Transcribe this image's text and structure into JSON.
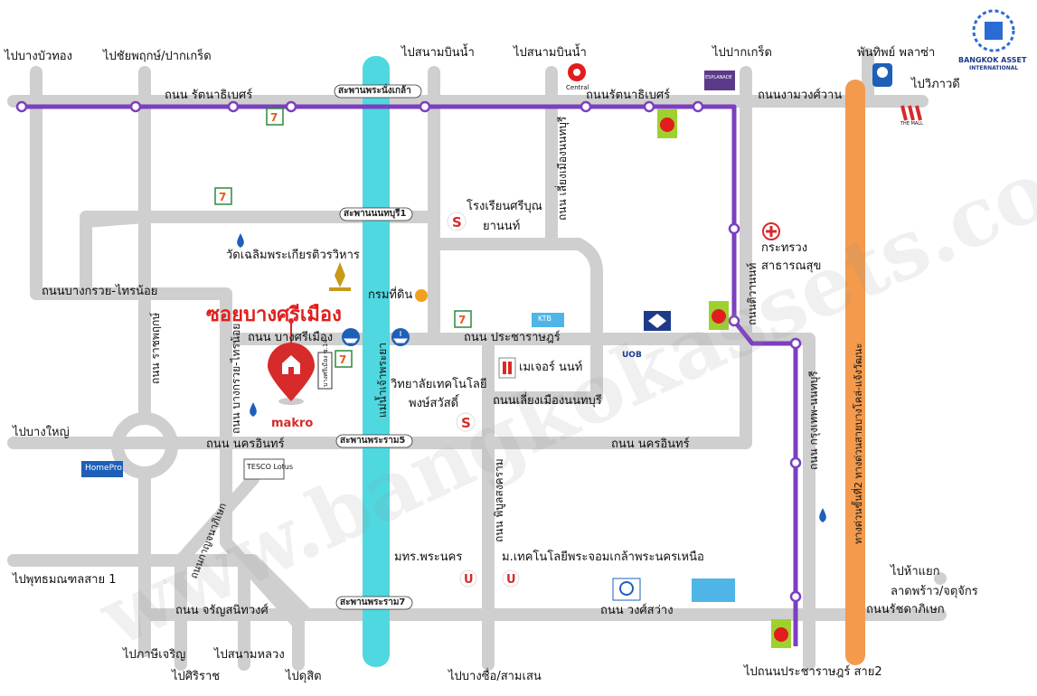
{
  "colors": {
    "road": "#cfcfcf",
    "river": "#4fd8e0",
    "purple_line": "#7b3fbf",
    "orange_line": "#f39a4d",
    "marker": "#d72a2a",
    "title": "#e11d1d"
  },
  "title": "ซอยบางศรีเมือง",
  "company": {
    "name": "BANGKOK ASSET",
    "sub": "INTERNATIONAL"
  },
  "watermark": "www.bangkokassets.com",
  "destinations": {
    "bang_bua_thong": "ไปบางบัวทอง",
    "chaiyaphruek": "ไปชัยพฤกษ์/ปากเกร็ด",
    "airport1": "ไปสนามบินน้ำ",
    "airport2": "ไปสนามบินน้ำ",
    "pak_kret": "ไปปากเกร็ด",
    "vibhavadi": "ไปวิภาวดี",
    "bang_yai": "ไปบางใหญ่",
    "phutthamonthon": "ไปพุทธมณฑลสาย 1",
    "phasi_charoen": "ไปภาษีเจริญ",
    "siriraj": "ไปศิริราช",
    "sanam_luang": "ไปสนามหลวง",
    "pak_khlong": "ไปดุสิต",
    "bang_sue": "ไปบางซื่อ/สามเสน",
    "prachachuen2": "ไปถนนประชาราษฎร์ สาย2",
    "ha_yaek": "ไปห้าแยก",
    "lat_phrao": "ลาดพร้าว/จตุจักร",
    "ratchadaphisek": "ถนนรัชดาภิเษก"
  },
  "roads": {
    "rattanathibet_w": "ถนน รัตนาธิเบศร์",
    "rattanathibet_e": "ถนนรัตนาธิเบศร์",
    "ngamwongwan": "ถนนงามวงศ์วาน",
    "bang_kruai_sai_noi": "ถนนบางกรวย-ไทรน้อย",
    "bang_kruai_sai_noi_v": "ถนน บางกรวย-ไทรน้อย",
    "ratchaphruek": "ถนน ราชพฤกษ์",
    "bang_si_mueang": "ถนน บางศรีเมือง",
    "pracharat": "ถนน ประชาราษฎร์",
    "liang_mueang": "ถนนเลี่ยงเมืองนนทบุรี",
    "liang_mueang_v": "ถนน เลี่ยงเมืองนนทบุรี",
    "nakhon_in_w": "ถนน นครอินทร์",
    "nakhon_in_e": "ถนน นครอินทร์",
    "kanchanaphisek": "ถนนกาญจนาภิเษก",
    "charan": "ถนน จรัญสนิทวงศ์",
    "wongsawang": "ถนน วงศ์สว่าง",
    "phibunsongkhram": "ถนน พิบูลสงคราม",
    "tiwanon": "ถนนติวานนท์",
    "krungthep_nonthaburi": "ถนน กรุงเทพ-นนทบุรี",
    "expressway": "ทางด่วนขั้นที่2 ทางด่วนสายบางโคล่-แจ้งวัฒนะ",
    "soi": "บางศรีเมือง ซ.14"
  },
  "river": "แม่น้ำเจ้าพระยา",
  "bridges": {
    "phra_nang_klao": "สะพานพระนั่งเกล้า",
    "nonthaburi1": "สะพานนนทบุรี1",
    "rama5": "สะพานพระราม5",
    "rama7": "สะพานพระราม7"
  },
  "places": {
    "school": "โรงเรียนศรีบุณ",
    "school2": "ยานนท์",
    "wat": "วัดเฉลิมพระเกียรติวรวิหาร",
    "land_dept": "กรมที่ดิน",
    "ministry": "กระทรวง",
    "ministry2": "สาธารณสุข",
    "major": "เมเจอร์ นนท์",
    "college": "วิทยาลัยเทคโนโลยี",
    "college2": "พงษ์สวัสดิ์",
    "rmutp": "มทร.พระนคร",
    "kmutnb": "ม.เทคโนโลยีพระจอมเกล้าพระนครเหนือ",
    "makro": "makro",
    "tesco": "TESCO Lotus",
    "homepro": "HomePro",
    "uob": "UOB",
    "ktb": "KTB",
    "central": "Central",
    "esplanade": "ESPLANADE",
    "the_mall": "THE MALL",
    "phantip": "พันทิพย์ พลาซ่า",
    "soi_label_vertical": "ถนน บางกรวย-ไทรน้อย"
  }
}
